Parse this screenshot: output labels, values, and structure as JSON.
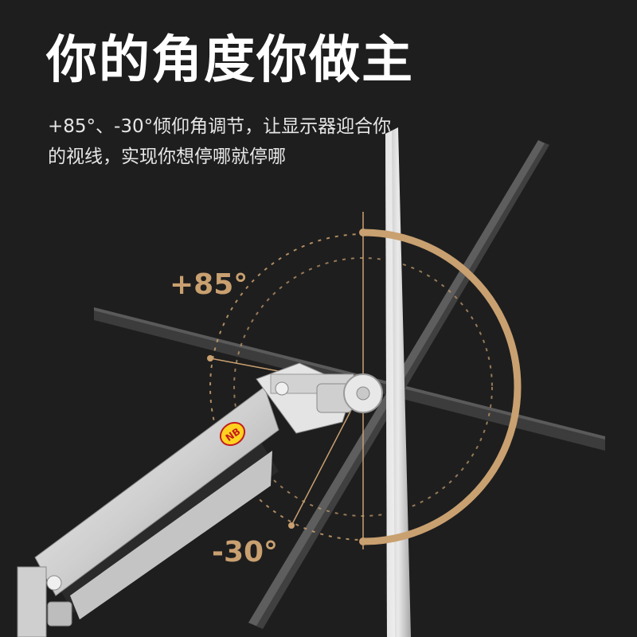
{
  "headline": "你的角度你做主",
  "description": {
    "line1": "+85°、-30°倾仰角调节，让显示器迎合你",
    "line2": "的视线，实现你想停哪就停哪"
  },
  "angles": {
    "up_label": "+85°",
    "down_label": "-30°"
  },
  "logo_text": "NB",
  "colors": {
    "background": "#1e1e1e",
    "accent": "#c9a070",
    "headline": "#ffffff",
    "text": "#e6e6e6",
    "arm_silver": "#d8d8d8"
  }
}
